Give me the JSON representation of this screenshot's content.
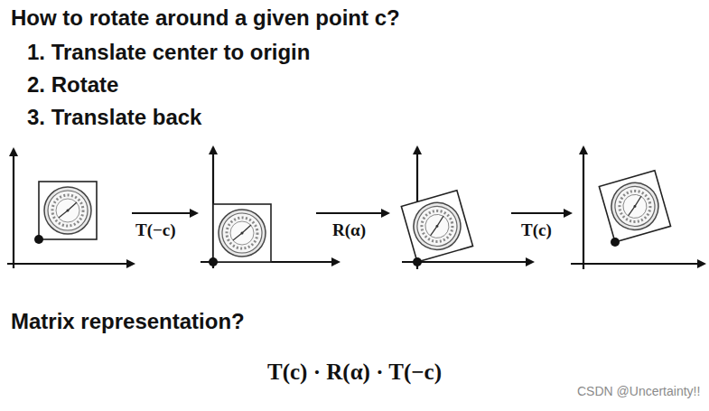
{
  "diagram": {
    "title": "How to rotate around a given point c?",
    "labels": [
      "1. Translate center to origin",
      "2. Rotate",
      "3. Translate back",
      "T(−c)",
      "R(α)",
      "T(c)",
      "Matrix representation?",
      "T(c) · R(α) · T(−c)",
      "CSDN @Uncertainty!!"
    ]
  }
}
